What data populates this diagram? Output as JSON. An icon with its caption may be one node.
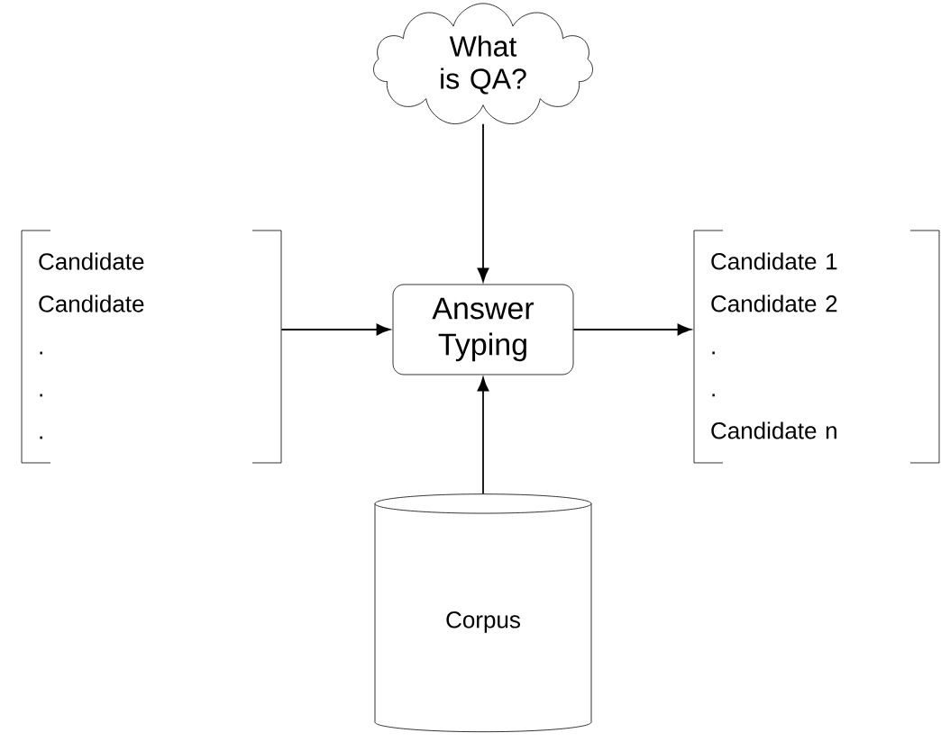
{
  "diagram": {
    "nodes": [
      {
        "text": [
          "What is QA?"
        ]
      },
      {
        "text": [
          "Candidate",
          "Candidate",
          ".",
          ".",
          "."
        ]
      },
      {
        "text": [
          "Answer Typing"
        ]
      },
      {
        "text": [
          "Candidate 1",
          "Candidate 2",
          ".",
          ".",
          "Candidate n"
        ]
      },
      {
        "text": [
          "Corpus"
        ]
      }
    ],
    "edges": [
      {
        "from": 0,
        "to": 2,
        "arrow": "to"
      },
      {
        "from": 1,
        "to": 2,
        "arrow": "to"
      },
      {
        "from": 2,
        "to": 3,
        "arrow": "to"
      },
      {
        "from": 4,
        "to": 2,
        "arrow": "to"
      }
    ]
  }
}
